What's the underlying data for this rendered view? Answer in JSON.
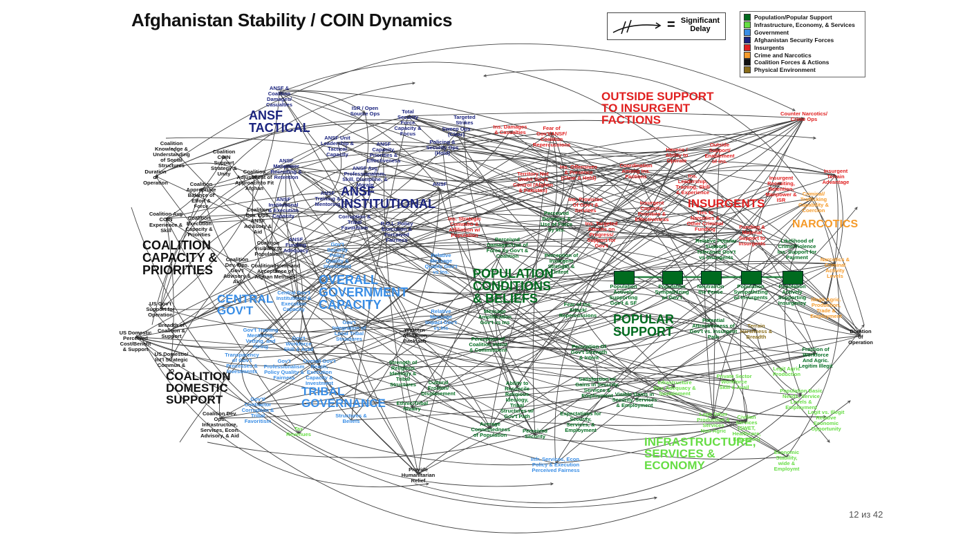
{
  "title": "Afghanistan Stability / COIN Dynamics",
  "delay_legend": {
    "symbol": "=",
    "label": "Significant Delay"
  },
  "legend": [
    {
      "label": "Population/Popular Support",
      "color": "#006b1f"
    },
    {
      "label": "Infrastructure, Economy, & Services",
      "color": "#66dd44"
    },
    {
      "label": "Government",
      "color": "#3a8ee6"
    },
    {
      "label": "Afghanistan Security Forces",
      "color": "#1a237e"
    },
    {
      "label": "Insurgents",
      "color": "#e02020"
    },
    {
      "label": "Crime and Narcotics",
      "color": "#f59b2b"
    },
    {
      "label": "Coalition Forces & Actions",
      "color": "#111111"
    },
    {
      "label": "Physical Environment",
      "color": "#8a6d1a"
    }
  ],
  "sections": {
    "ansf_tactical": "ANSF TACTICAL",
    "ansf_institutional": "ANSF INSTITUTIONAL",
    "outside_support": "OUTSIDE SUPPORT TO INSURGENT FACTIONS",
    "insurgents": "INSURGENTS",
    "narcotics": "NARCOTICS",
    "coalition_capacity": "COALITION CAPACITY & PRIORITIES",
    "overall_gov": "OVERALL GOVERNMENT CAPACITY",
    "central_gov": "CENTRAL GOV'T",
    "population_conditions": "POPULATION CONDITIONS & BELIEFS",
    "popular_support": "POPULAR SUPPORT",
    "coalition_domestic": "COALITION DOMESTIC SUPPORT",
    "tribal_governance": "TRIBAL GOVERNANCE",
    "infrastructure": "INFRASTRUCTURE, SERVICES & ECONOMY"
  },
  "popular_support_chain": [
    "Population Actively Supporting Gov't & SF",
    "Population Sympathizing w/ Gov't",
    "Neutral/On the Fence",
    "Population Sympathizing w/ Insurgents",
    "Population Actively Supporting Insurgency"
  ],
  "nodes": {
    "ansf_damages": "ANSF & Coalition Damages/ Casualties",
    "isr_open_source": "ISR / Open Source Ops",
    "total_security": "Total Security Force Capacity & Focus",
    "targeted_strikes": "Targeted Strikes",
    "sweep_ops": "Sweep Ops (Clear)",
    "policing_ops": "Policing & Security Ops (Hold)",
    "ins_damages": "Ins. Damages & Casualties",
    "fear_of_ansf": "Fear of Gov't/ANSF/ Coalition Repercussions",
    "counter_narcotics": "Counter Narcotics/ Crime Ops",
    "ansf_unit_leadership": "ANSF Unit Leadership & Tactical Capacity",
    "ansf_capacity": "ANSF Capacity, Priorities & Effectiveness",
    "ansf_manpower": "ANSF Manpower Recruiting & Retention",
    "ansf_avg_prof": "ANSF Avg Professionalism, Skill, Discipline, & Morale",
    "ansf_training": "ANSF Training & Mentoring",
    "ansf_inst_exec": "ANSF Institutional & Execution Capacity",
    "ansf_funding": "ANSF Funding Adequacy",
    "ansf_separate": "ANSF",
    "corruption_tribal": "Corruption & Tribal Favoritism",
    "rol_policy": "R.O.L. Policy Execution & Perceived Fairness",
    "govt_security_policy": "Gov't Security Policy Quality & Investment",
    "territory_not_under": "Territory Not Under Gov't Control (Afghan & Pakistan)",
    "ins_offensives": "Ins. Offensives & Presence (Clear & Hold)",
    "coordination_among": "Coordination Among Ins. Factions",
    "havens": "Havens / Ability to Operate",
    "outside_support": "Outside Support/ Enablement of Ins.",
    "ins_leadership": "Ins. Leadership, Training, Skill & Experience",
    "insurgent_recruiting": "Insurgent Recruiting, Retention, Manpower & ISR",
    "insurgent_terrain": "Insurgent Terrain Advantage",
    "criminal_trafficking": "Criminal/ Trafficking Capability & Coercion",
    "ins_provision": "Ins. Provision Of Gov't & Services",
    "insurgent_capacity": "Insurgent Capacity, Priorities & Effectiveness",
    "ties_to_narcotics": "Ties to Narcotics & Other Criminal Funding",
    "funding_material": "Funding & Material Support to Insurgents",
    "likelihood_crime": "Likelihood of Crime/Violence Ins. Support for Payment",
    "ins_strategic_comm": "Ins. Strategic Comm/IO & Affiliation w/ Population",
    "perceived_damages_ins": "Perceived Damages & Use of Force by Ins.",
    "ins_targeted_attacks": "Ins. Targeted Attacks on Progress/ Support for Gov't",
    "perceived_damages_govt": "Perceived Damages/Use of Force by Gov't & Coalition",
    "perception_insurgent": "Perception of Insurgent Strength & Intent",
    "relative_popular": "Relative Popular Support/ Tolerance Gov't vs Insurgents",
    "narcotics_criminal": "Narcotics & Criminal Activity Levels",
    "relative_message_quality": "Relative Message Quality Gov't vs Ins.",
    "relative_message_impact": "Relative Message Impact Gov't vs Ins",
    "message_amplification": "Message Amplification Gov't vs Ins",
    "fear_of_ins": "Fear of Ins. Attack/ Repercussions",
    "potential_attractiveness": "Potential Attractiveness of Gov't vs. Insurgent Path",
    "terrain_harshness": "Terrain Harshness & Breadth",
    "illegit_agric": "Illegit Agric. Production, Trade & Employment",
    "duration_ops_right": "Duration of Operation",
    "coalition_knowledge": "Coalition Knowledge & Understanding of Social Structures",
    "coalition_coin": "Coalition COIN Support Strategy & Unity",
    "duration_ops_left": "Duration of Operation",
    "coalition_adjustment": "Coalition Adjustment of Approach to Fit Afghan",
    "coalition_balance": "Coalition Appropriate Balance of Effort & Force",
    "coalition_avg_coin": "Coalition Avg COIN Experience & Skill",
    "coalition_execution": "Coalition Execution Capacity & Priorities",
    "coalition_dev_ops": "Coalition Dev. Ops. ANSF Advisory & Aid",
    "coalition_visibility": "Coalition Visibility to Population",
    "coalition_dev_govt": "Coalition Dev. Ops. Gov't Advisory & Aid",
    "coalition_homeland": "Coalition/Homeland Acceptance of Afghan Methods",
    "us_govt_support": "US Gov't Support for Operation",
    "breadth_coalition": "Breadth of Coalition & Support",
    "us_domestic_cost": "US Domestic Perceived Cost/Benefit & Support",
    "us_domestic_intl": "US Domestic/ Int'l Strategic Commun & IO",
    "central_govt_inst": "Central Gov't Institutional & Execution Capacity",
    "govt_training": "Gov't Training Mentoring, Vetting, and Hiring",
    "govt_workforce": "Gov't Workforce Skill & Avail",
    "transparency": "Transparency of Gov't Processes & Investments",
    "govt_professionalism": "Gov't Professionalism Policy Quality & Fairness",
    "overall_govt_reach": "Overall Gov't Reach, Execution Capacity & Investment",
    "govt_integration": "Gov't Integration of Local Tribal Structures",
    "western_affiliation": "Western Affiliation Backlash",
    "perception_coalition": "Perception of Coalition Intent & Commitment",
    "strength_religious": "Strength of Religious Ideology & Tribal Structures",
    "cultural_erosion": "Cultural Erosion/ Displacement",
    "ability_reconcile": "Ability to Reconcile Religious Ideology, Tribal Structures w/ Gov't Path",
    "ethnic_tribal": "Ethnic/Tribal Rivalry",
    "structures_beliefs": "Structures & Beliefs",
    "govt_contractor": "Gov't/ Contractor Corruption & Tribal Favoritism",
    "tax_revenues": "Tax Revenues",
    "coalition_dev_infra": "Coalition Dev. Ops. Infrastructure, Services, Econ. Advisory, & Aid",
    "perception_govt_strength": "Perception Of Gov't Strength & Intent",
    "satisfaction": "Satisfaction w/ Gains in Security, Services & Employment",
    "visible_gains": "Visible Gains in Security, Services & Employment",
    "expectations": "Expectations for Security, Services, & Employment",
    "average_connectedness": "Average Connectedness of Population",
    "perceived_security": "Perceived Security",
    "infr_services_econ": "Infr. Services, Econ. Policy & Execution Perceived Fairness",
    "provide_humanitarian": "Provide Humanitarian Relief",
    "infrastructure_dev": "Infrastructure Dev. Adequacy & Sustainment",
    "private_sector": "Private Sector Workforce Skill & Avail",
    "legit_agric": "Legit Agric Production",
    "fraction_workforce": "Fraction of Workforce And Agric. Legitim Illegit",
    "legit_other": "Legit Other Production & Services Non-Agric",
    "civilian_services": "Civilian Services (SWET, Healthcare, Education)",
    "population_basic": "Population Basic Needs, Service Levels & Employment",
    "legit_vs_illegit": "Legit vs. Illegit Relative Economic Opportunity",
    "economic_stability": "Economic Stability, wide & Employmt"
  },
  "page_indicator": "12 из 42"
}
